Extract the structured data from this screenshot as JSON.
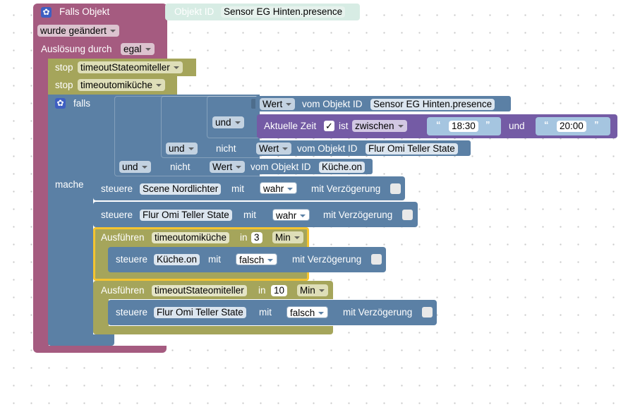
{
  "trigger": {
    "title": "Falls Objekt",
    "object_id_label": "Objekt ID",
    "object_id_value": "Sensor EG Hinten.presence",
    "change_mode": "wurde geändert",
    "trigger_label": "Auslösung durch",
    "trigger_value": "egal"
  },
  "stops": [
    {
      "label": "stop",
      "timer": "timeoutStateomiteller"
    },
    {
      "label": "stop",
      "timer": "timeoutomiküche"
    }
  ],
  "condition": {
    "if_label": "falls",
    "do_label": "mache",
    "value_label": "Wert",
    "from_object_label": "vom Objekt ID",
    "object1": "Sensor EG Hinten.presence",
    "and_label": "und",
    "not_label": "nicht",
    "time_label": "Aktuelle Zeit",
    "is_label": "ist",
    "between_label": "zwischen",
    "time_from": "18:30",
    "time_and": "und",
    "time_to": "20:00",
    "object2": "Flur Omi Teller State",
    "object3": "Küche.on",
    "check_mark": "✓"
  },
  "actions": {
    "control_label": "steuere",
    "with_label": "mit",
    "delay_label": "mit Verzögerung",
    "scene_target": "Scene Nordlichter",
    "scene_value": "wahr",
    "flur_target": "Flur Omi Teller State",
    "flur_value": "wahr",
    "run_label": "Ausführen",
    "in_label": "in",
    "unit": "Min",
    "timer1": "timeoutomiküche",
    "timer1_delay": "3",
    "kueche_target": "Küche.on",
    "kueche_value": "falsch",
    "timer2": "timeoutStateomiteller",
    "timer2_delay": "10",
    "flur2_target": "Flur Omi Teller State",
    "flur2_value": "falsch"
  },
  "colors": {
    "event_block": "#a55b80",
    "timeout_block": "#a5a55b",
    "logic_block": "#5b80a5",
    "time_block": "#745ba5",
    "selected_outline": "#f4c430"
  }
}
